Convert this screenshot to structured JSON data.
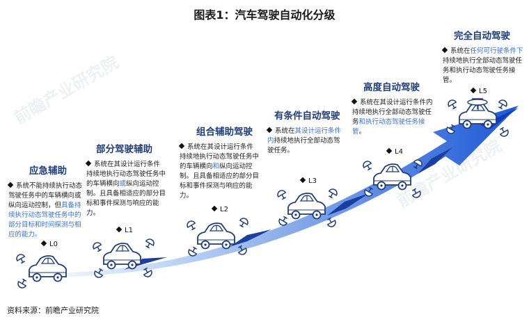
{
  "title": "图表1：汽车驾驶自动化分级",
  "source": "资料来源：前瞻产业研究院",
  "watermark": "前瞻产业研究院",
  "colors": {
    "arrow_dark": "#1b57d6",
    "arrow_light": "#dbe8fb",
    "title_blue": "#1f3d7a",
    "highlight": "#3a6fd0"
  },
  "levels": [
    {
      "code": "L0",
      "name": "应急辅助",
      "desc_plain": "系统不能持续执行动态驾驶任务中的车辆横向或纵向运动控制，但",
      "desc_hl": "具备持续执行动态驾驶任务中的部分目标和时间探测与相应的能力。",
      "desc_end": ""
    },
    {
      "code": "L1",
      "name": "部分驾驶辅助",
      "desc_plain": "系统在其设计运行条件持续地执行动态驾驶任务中的车辆横向",
      "desc_hl": "或",
      "desc_end": "纵向运动控制。且具备相适应的部分目标和事件探测与响应的能力。"
    },
    {
      "code": "L2",
      "name": "组合辅助驾驶",
      "desc_plain": "系统在其设计运行条件持续地执行动态驾驶任务中的车辆横向",
      "desc_hl": "和",
      "desc_end": "纵向运动控制。且具备相适应的部分目标和事件探测与响应的能力。"
    },
    {
      "code": "L3",
      "name": "有条件自动驾驶",
      "desc_plain": "系统在",
      "desc_hl": "其设计运行条件内",
      "desc_end": "持续地执行全部动态驾驶任务。"
    },
    {
      "code": "L4",
      "name": "高度自动驾驶",
      "desc_plain": "系统在其设计运行条件内持续地执行全部动态驾驶任务",
      "desc_hl": "和执行动态驾驶任务接管",
      "desc_end": "。"
    },
    {
      "code": "L5",
      "name": "完全自动驾驶",
      "desc_plain": "系统在",
      "desc_hl": "任何可行驶条件下",
      "desc_end": "持续地执行全部动态驾驶任务和执行动态驾驶任务接管。"
    }
  ]
}
